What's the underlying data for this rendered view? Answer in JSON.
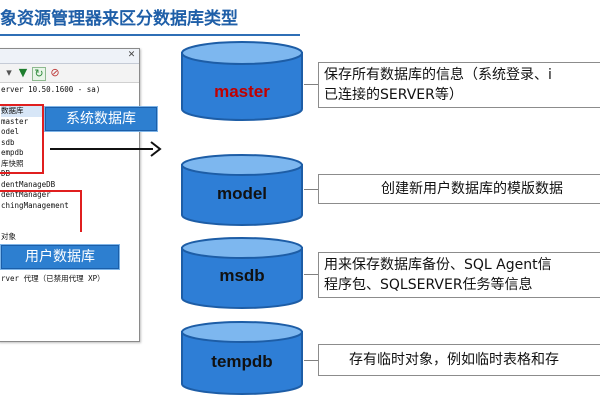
{
  "title": "象资源管理器来区分数据库类型",
  "explorer": {
    "lines": [
      "erver 10.50.1600 - sa)",
      "",
      "数据库",
      "master",
      "odel",
      "sdb",
      "empdb",
      "库快照",
      "DB",
      "dentManageDB",
      "dentManager",
      "chingManagement",
      "",
      "",
      "对象",
      "",
      "",
      "",
      "rver 代理（已禁用代理 XP）"
    ]
  },
  "callouts": {
    "system": "系统数据库",
    "user": "用户数据库"
  },
  "databases": [
    {
      "name": "master",
      "color": "#c00000",
      "desc_lines": [
        "保存所有数据库的信息（系统登录、i",
        "已连接的SERVER等）"
      ]
    },
    {
      "name": "model",
      "color": "#111111",
      "desc_lines": [
        "创建新用户数据库的模版数据"
      ]
    },
    {
      "name": "msdb",
      "color": "#111111",
      "desc_lines": [
        "用来保存数据库备份、SQL Agent信",
        "程序包、SQLSERVER任务等信息"
      ]
    },
    {
      "name": "tempdb",
      "color": "#111111",
      "desc_lines": [
        "存有临时对象，例如临时表格和存"
      ]
    }
  ],
  "colors": {
    "cylinder_body": "#2e7ed6",
    "cylinder_top": "#7db7ef",
    "bracket": "#e01f1f",
    "title": "#1f5fa8"
  }
}
